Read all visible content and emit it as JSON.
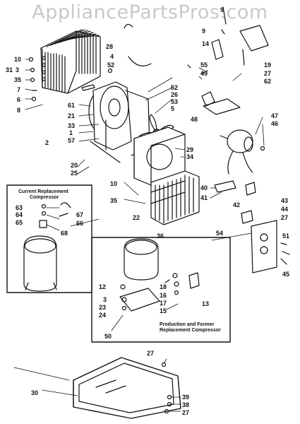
{
  "watermark": "AppliancePartsPros.com",
  "captions": {
    "current_line1": "Current Replacement",
    "current_line2": "Compressor",
    "former_line1": "Production and Former",
    "former_line2": "Replacement Compressor"
  },
  "labels": {
    "l1": "1",
    "l2": "2",
    "l3": "3",
    "l4": "4",
    "l5": "5",
    "l6": "6",
    "l7": "7",
    "l8": "8",
    "l9": "9",
    "l10": "10",
    "l10b": "10",
    "l12": "12",
    "l13": "13",
    "l14": "14",
    "l15": "15",
    "l16": "16",
    "l17": "17",
    "l18": "18",
    "l19": "19",
    "l20": "20",
    "l21": "21",
    "l22": "22",
    "l23": "23",
    "l24": "24",
    "l25": "25",
    "l26": "26",
    "l27a": "27",
    "l27b": "27",
    "l27c": "27",
    "l27d": "27",
    "l28": "28",
    "l29": "29",
    "l30": "30",
    "l31": "31",
    "l33": "33",
    "l34": "34",
    "l35a": "35",
    "l35b": "35",
    "l36": "36",
    "l38": "38",
    "l39": "39",
    "l40": "40",
    "l41": "41",
    "l42": "42",
    "l43": "43",
    "l44": "44",
    "l45": "45",
    "l46": "46",
    "l47": "47",
    "l48": "48",
    "l49": "49",
    "l50": "50",
    "l51": "51",
    "l52a": "52",
    "l52b": "52",
    "l53": "53",
    "l54": "54",
    "l55": "55",
    "l57": "57",
    "l61": "61",
    "l62": "62",
    "l63": "63",
    "l64": "64",
    "l65": "65",
    "l66": "66",
    "l67": "67",
    "l68": "68"
  }
}
